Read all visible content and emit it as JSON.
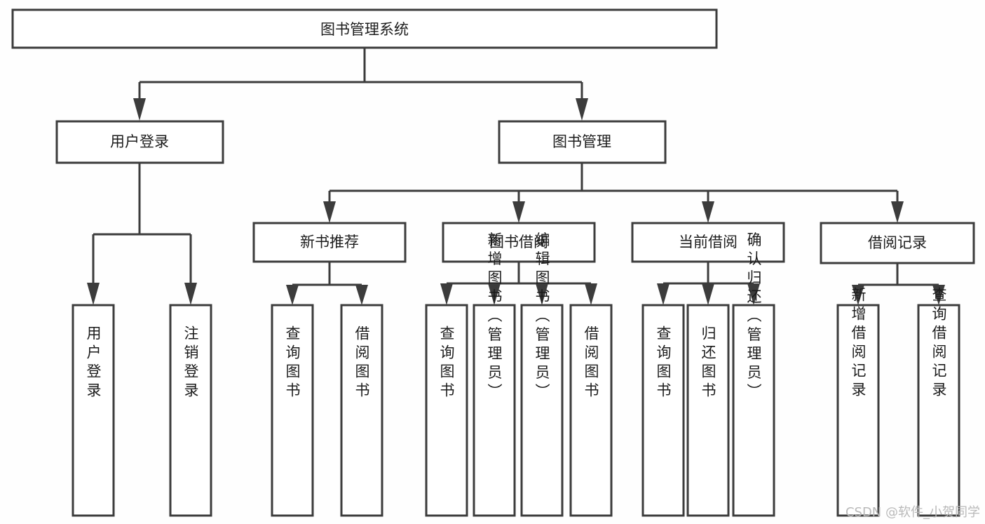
{
  "diagram": {
    "type": "hierarchy-tree",
    "title": "图书管理系统",
    "orientation": "top-down",
    "colors": {
      "stroke": "#3c3c3c",
      "box_fill": "#ffffff",
      "text": "#1c1c1c",
      "background": "#fefefe",
      "watermark": "#b9b9b9"
    },
    "levels": {
      "root": {
        "label": "图书管理系统"
      },
      "level1": [
        {
          "label": "用户登录"
        },
        {
          "label": "图书管理"
        }
      ],
      "level2": [
        {
          "label": "新书推荐"
        },
        {
          "label": "图书借阅"
        },
        {
          "label": "当前借阅"
        },
        {
          "label": "借阅记录"
        }
      ],
      "leaves": {
        "user_login": [
          {
            "label": "用户登录"
          },
          {
            "label": "注销登录"
          }
        ],
        "new_book_recommend": [
          {
            "label": "查询图书"
          },
          {
            "label": "借阅图书"
          }
        ],
        "book_borrow": [
          {
            "label": "查询图书"
          },
          {
            "label": "新增图书（管理员）"
          },
          {
            "label": "编辑图书（管理员）"
          },
          {
            "label": "借阅图书"
          }
        ],
        "current_borrow": [
          {
            "label": "查询图书"
          },
          {
            "label": "归还图书"
          },
          {
            "label": "确认归还（管理员）"
          }
        ],
        "borrow_record": [
          {
            "label": "新增借阅记录"
          },
          {
            "label": "查询借阅记录"
          }
        ]
      }
    }
  },
  "watermark": {
    "text": "CSDN @软件_小贺同学"
  }
}
